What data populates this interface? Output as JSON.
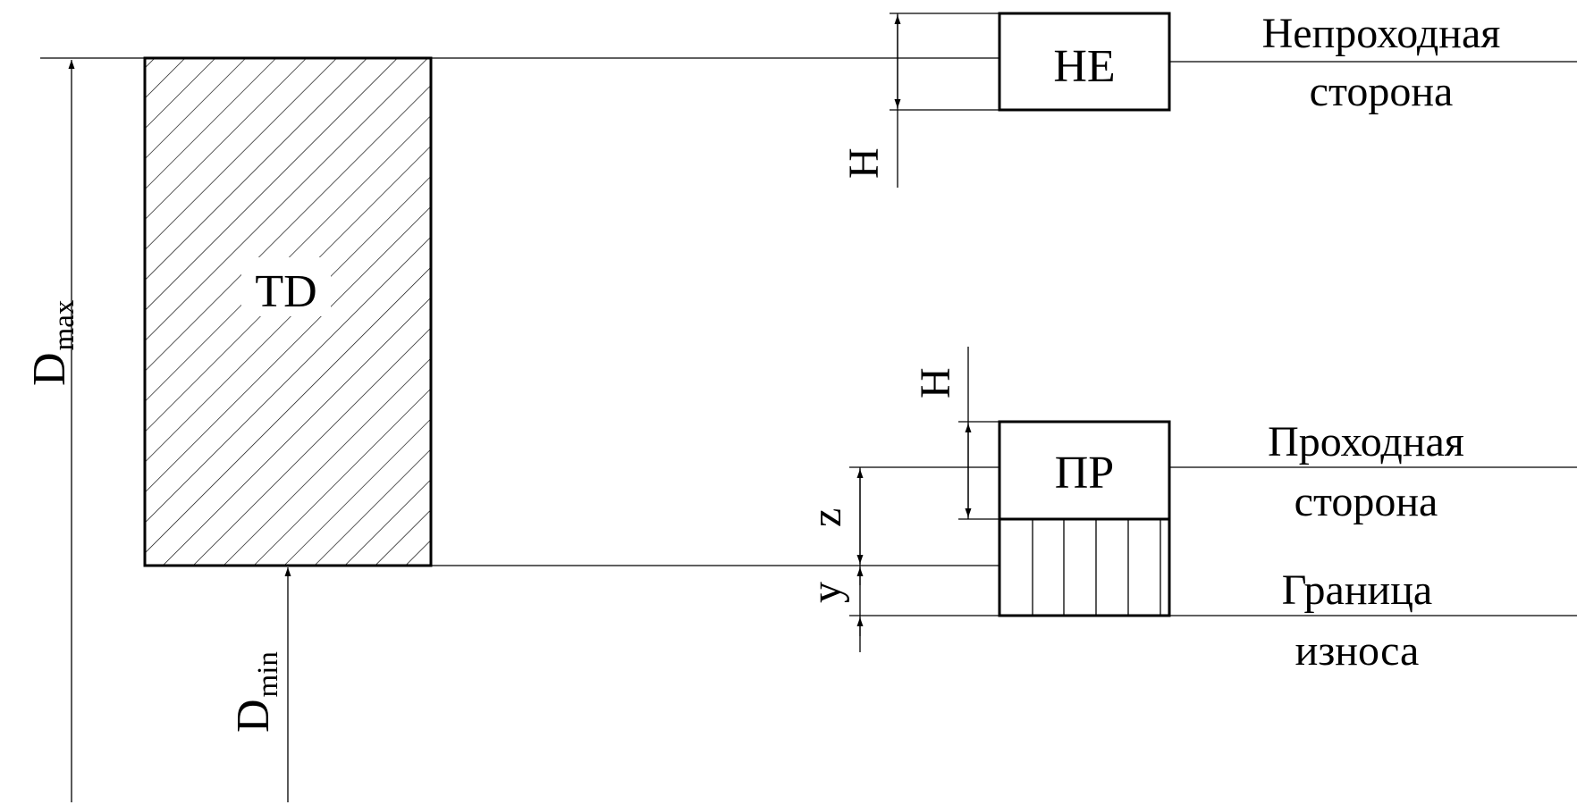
{
  "diagram": {
    "tolerance_field_label": "TD",
    "dmax_main": "D",
    "dmax_sub": "max",
    "dmin_main": "D",
    "dmin_sub": "min",
    "no_go": {
      "box_label": "НЕ",
      "caption_line1": "Непроходная",
      "caption_line2": "сторона",
      "dim_label": "H"
    },
    "go": {
      "box_label": "ПР",
      "caption_line1": "Проходная",
      "caption_line2": "сторона",
      "dim_label": "H"
    },
    "wear": {
      "caption_line1": "Граница",
      "caption_line2": "износа"
    },
    "z_label": "z",
    "y_label": "y"
  },
  "colors": {
    "ink": "#000000",
    "background": "#ffffff"
  }
}
